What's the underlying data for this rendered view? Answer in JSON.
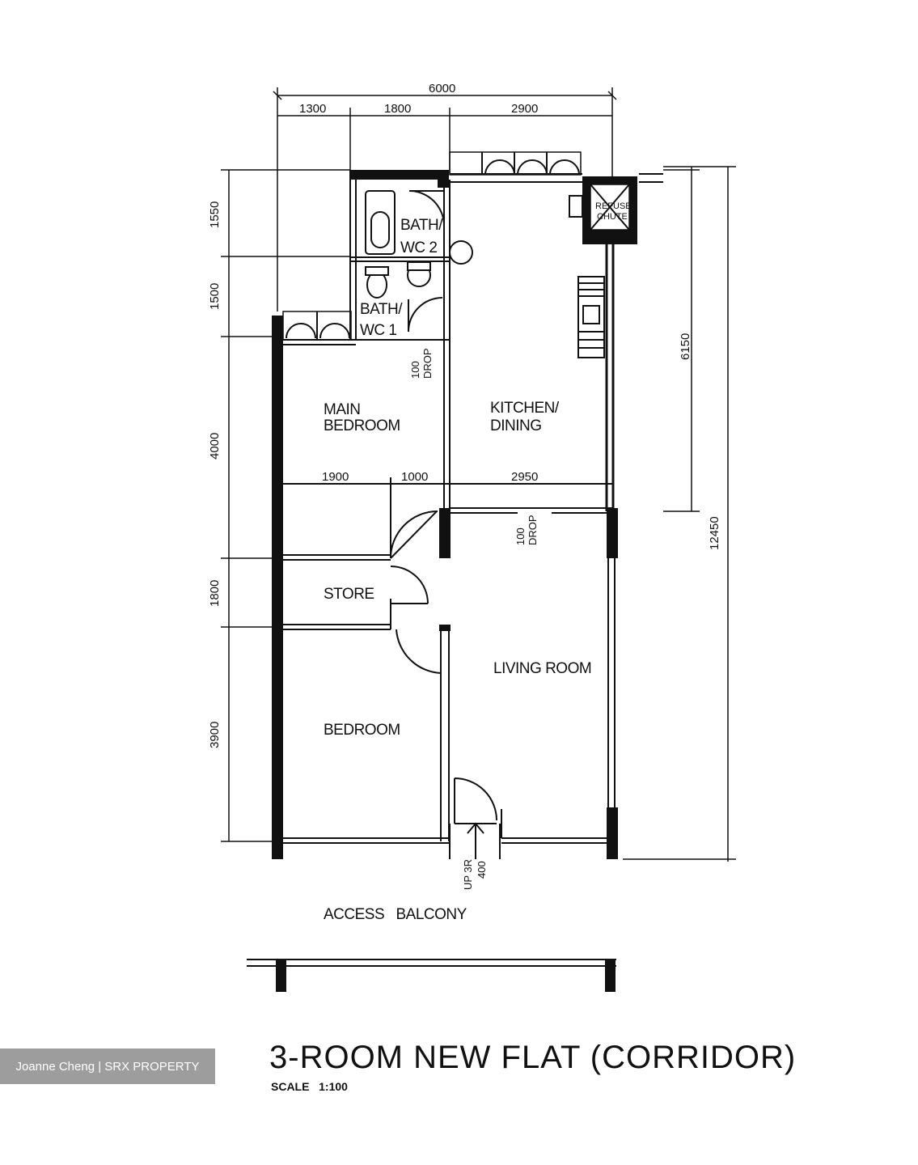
{
  "dimensions": {
    "overall_width": "6000",
    "top_segments": [
      "1300",
      "1800",
      "2900"
    ],
    "left_segments": [
      "1550",
      "1500",
      "4000",
      "1800",
      "3900"
    ],
    "right_kitchen": "6150",
    "right_overall": "12450",
    "mid_segments": [
      "1900",
      "1000",
      "2950"
    ]
  },
  "rooms": {
    "bath2": [
      "BATH/",
      "WC 2"
    ],
    "bath1": [
      "BATH/",
      "WC 1"
    ],
    "refuse": [
      "REFUSE",
      "CHUTE"
    ],
    "main_bedroom": [
      "MAIN",
      "BEDROOM"
    ],
    "kitchen": [
      "KITCHEN/",
      "DINING"
    ],
    "store": "STORE",
    "living": "LIVING ROOM",
    "bedroom": "BEDROOM",
    "drop1": [
      "100",
      "DROP"
    ],
    "drop2": [
      "100",
      "DROP"
    ],
    "upstep": [
      "UP 3R",
      "400"
    ],
    "access": "ACCESS   BALCONY"
  },
  "title": "3-ROOM NEW FLAT (CORRIDOR)",
  "scale": "SCALE   1:100",
  "watermark": "Joanne Cheng | SRX PROPERTY"
}
